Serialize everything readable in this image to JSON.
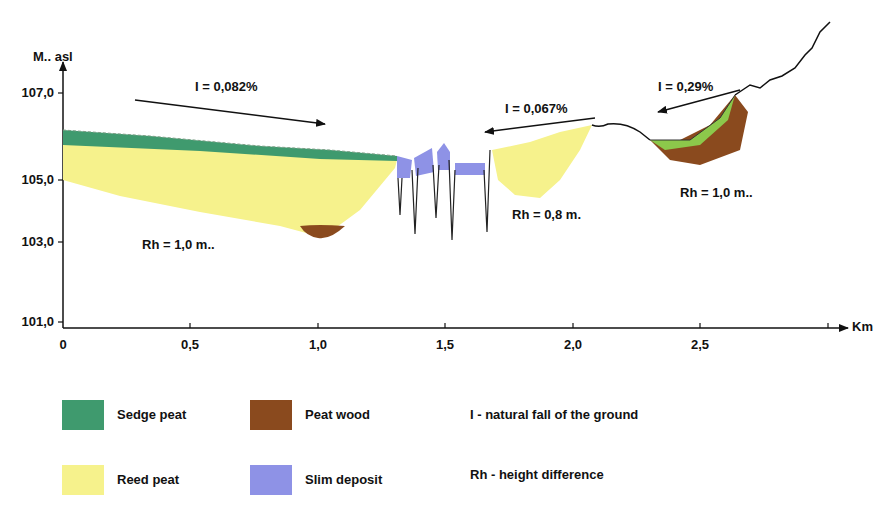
{
  "diagram": {
    "labels": [
      "M.. asl",
      "107,0",
      "105,0",
      "103,0",
      "101,0",
      "0",
      "0,5",
      "1,0",
      "1,5",
      "2,0",
      "2,5",
      "Km",
      "I = 0,082%",
      "I = 0,067%",
      "I = 0,29%",
      "Rh = 1,0 m..",
      "Rh = 0,8 m.",
      "Rh = 1,0 m..",
      "I - natural fall of the ground",
      "Rh - height difference"
    ],
    "legend": [
      {
        "text": "Sedge peat",
        "color": "#3f9a6e"
      },
      {
        "text": "Reed peat",
        "color": "#f6f28c"
      },
      {
        "text": "Peat wood",
        "color": "#8a4a1e"
      },
      {
        "text": "Slim deposit",
        "color": "#8e92e6"
      }
    ]
  }
}
